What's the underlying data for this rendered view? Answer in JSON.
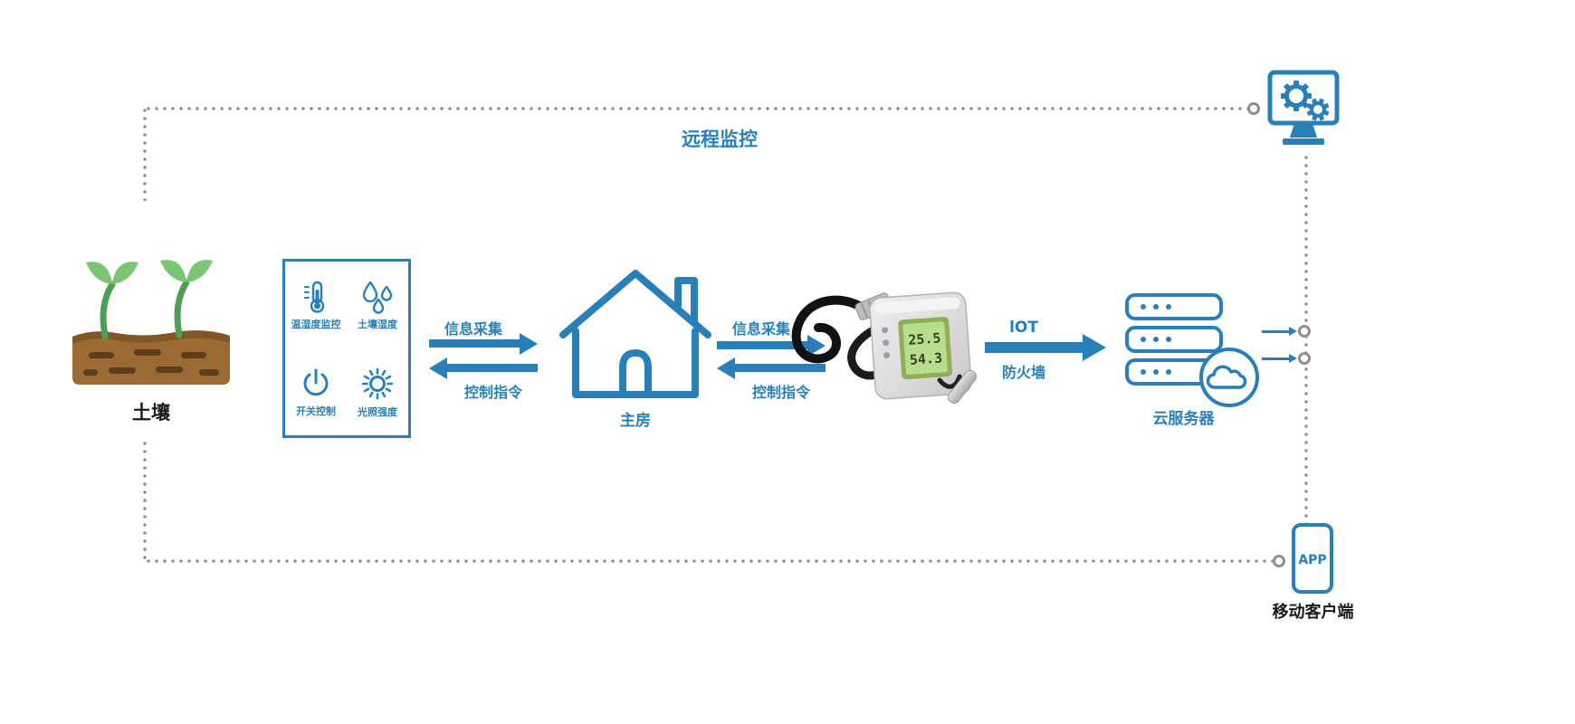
{
  "diagram": {
    "remote_monitoring_label": "远程监控",
    "soil_label": "土壤",
    "house_label": "主房",
    "cloud_label": "云服务器",
    "mobile_label": "移动客户端",
    "app_label": "APP"
  },
  "sensor_panel": {
    "items": [
      {
        "icon": "thermometer-icon",
        "label": "温湿度监控"
      },
      {
        "icon": "water-drops-icon",
        "label": "土壤湿度"
      },
      {
        "icon": "power-icon",
        "label": "开关控制"
      },
      {
        "icon": "sun-icon",
        "label": "光照强度"
      }
    ]
  },
  "link_sensor_house": {
    "collect": "信息采集",
    "control": "控制指令"
  },
  "link_house_gateway": {
    "collect": "信息采集",
    "control": "控制指令"
  },
  "link_gateway_cloud": {
    "top": "lOT",
    "bottom": "防火墙"
  },
  "gateway": {
    "lcd_line1": "25.5",
    "lcd_line2": "54.3"
  },
  "colors": {
    "accent_blue": "#2980b9",
    "dotted_gray": "#8f8f8f",
    "soil_brown": "#9a6a32",
    "soil_dash": "#5f3d1d",
    "leaf_green": "#7cc576",
    "lcd_green": "#b9dc8d"
  }
}
